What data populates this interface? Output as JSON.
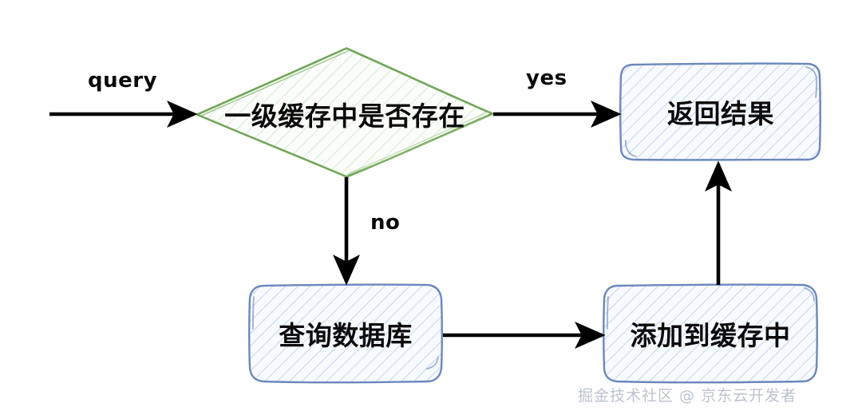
{
  "diagram": {
    "type": "flowchart",
    "title": "",
    "nodes": [
      {
        "id": "decision",
        "label": "一级缓存中是否存在",
        "shape": "diamond",
        "border_color": "#72a65a",
        "fill_color": "#f4f9f3"
      },
      {
        "id": "return",
        "label": "返回结果",
        "shape": "rounded-rect",
        "border_color": "#6b88bd",
        "fill_color": "#f5f8fd"
      },
      {
        "id": "query-db",
        "label": "查询数据库",
        "shape": "rounded-rect",
        "border_color": "#6b88bd",
        "fill_color": "#f5f8fd"
      },
      {
        "id": "add-cache",
        "label": "添加到缓存中",
        "shape": "rounded-rect",
        "border_color": "#6b88bd",
        "fill_color": "#f5f8fd"
      }
    ],
    "edges": [
      {
        "id": "start-to-decision",
        "label": "query",
        "from": "start",
        "to": "decision"
      },
      {
        "id": "decision-to-return",
        "label": "yes",
        "from": "decision",
        "to": "return"
      },
      {
        "id": "decision-to-query-db",
        "label": "no",
        "from": "decision",
        "to": "query-db"
      },
      {
        "id": "query-db-to-add-cache",
        "label": "",
        "from": "query-db",
        "to": "add-cache"
      },
      {
        "id": "add-cache-to-return",
        "label": "",
        "from": "add-cache",
        "to": "return"
      }
    ],
    "arrow_color": "#000000"
  },
  "watermark": {
    "text": "掘金技术社区 @ 京东云开发者"
  }
}
